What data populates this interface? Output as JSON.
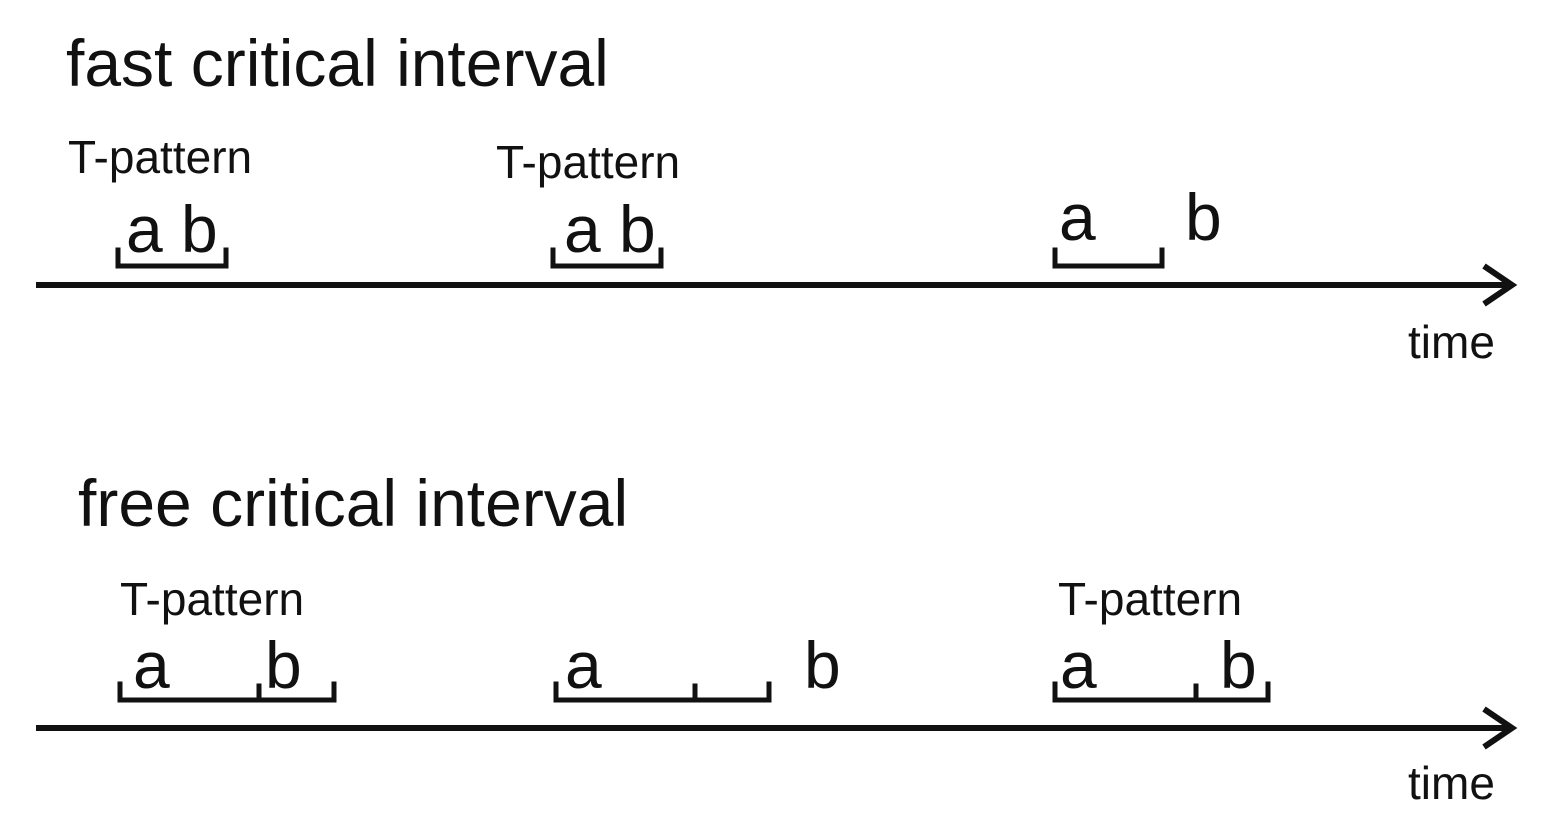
{
  "panels": [
    {
      "title": "fast critical interval",
      "axis_label": "time",
      "pattern_labels": [
        "T-pattern",
        "T-pattern"
      ],
      "events": [
        "a",
        "b",
        "a",
        "b",
        "a",
        "b"
      ]
    },
    {
      "title": "free critical interval",
      "axis_label": "time",
      "pattern_labels": [
        "T-pattern",
        "T-pattern"
      ],
      "events": [
        "a",
        "b",
        "a",
        "b",
        "a",
        "b"
      ]
    }
  ]
}
